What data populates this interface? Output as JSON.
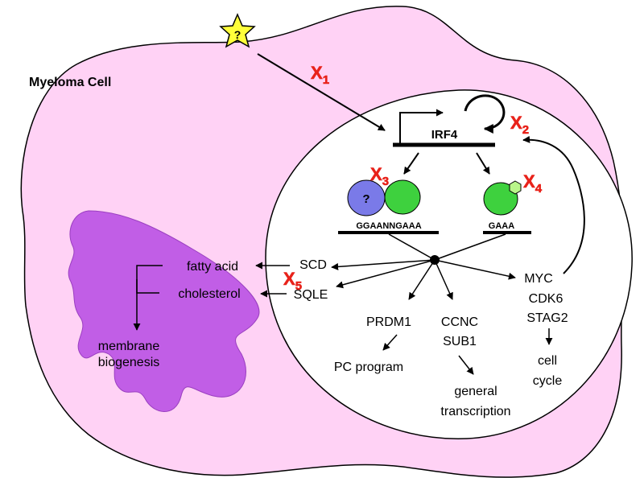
{
  "cell_label": "Myeloma Cell",
  "unknown_ligand": "?",
  "gene": "IRF4",
  "unknown_partner": "?",
  "motifs": {
    "composite": "GGAANNGAAA",
    "simple": "GAAA"
  },
  "x_marks": [
    {
      "letter": "X",
      "sub": "1"
    },
    {
      "letter": "X",
      "sub": "2"
    },
    {
      "letter": "X",
      "sub": "3"
    },
    {
      "letter": "X",
      "sub": "4"
    },
    {
      "letter": "X",
      "sub": "5"
    }
  ],
  "targets": {
    "scd": "SCD",
    "sqle": "SQLE",
    "fatty_acid": "fatty acid",
    "cholesterol": "cholesterol",
    "membrane_1": "membrane",
    "membrane_2": "biogenesis",
    "prdm1": "PRDM1",
    "pc_program": "PC program",
    "ccnc": "CCNC",
    "sub1": "SUB1",
    "general_1": "general",
    "general_2": "transcription",
    "myc": "MYC",
    "cdk6": "CDK6",
    "stag2": "STAG2",
    "cell_1": "cell",
    "cell_2": "cycle"
  },
  "colors": {
    "cell_fill": "#ffd2f5",
    "nucleus_fill": "#ffffff",
    "organelle_fill": "#c15ee6",
    "irf4_green": "#3ed13e",
    "partner_blue": "#7a7ae8",
    "star_yellow": "#ffff3a",
    "modification_green": "#b9f58a",
    "x_red": "#e8221a"
  }
}
